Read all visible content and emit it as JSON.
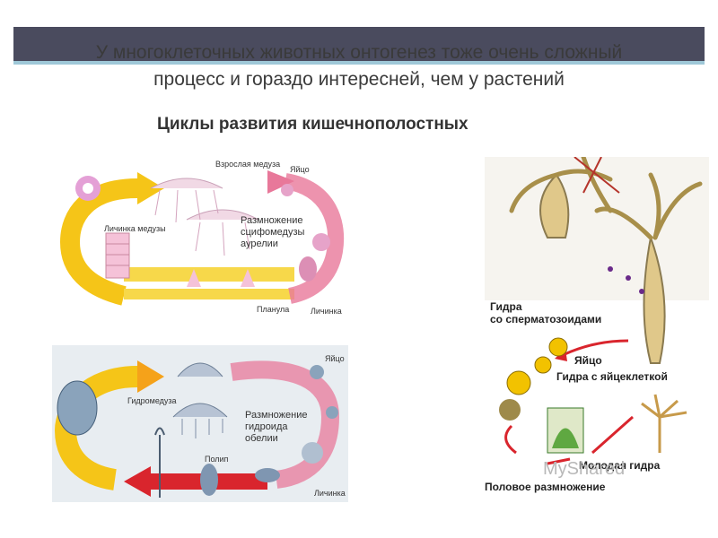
{
  "slide": {
    "title_line1": "У многоклеточных животных онтогенез тоже очень сложный",
    "title_line2": "процесс и гораздо интересней, чем у растений",
    "subtitle": "Циклы развития кишечнополостных"
  },
  "aurelia": {
    "adult_medusa": "Взрослая медуза",
    "egg": "Яйцо",
    "medusa_larva": "Личинка медузы",
    "center_line1": "Размножение",
    "center_line2": "сцифомедузы",
    "center_line3": "аурелии",
    "planula": "Планула",
    "larva": "Личинка"
  },
  "obelia": {
    "egg": "Яйцо",
    "hydromedusa": "Гидромедуза",
    "center_line1": "Размножение",
    "center_line2": "гидроида",
    "center_line3": "обелии",
    "polyp": "Полип",
    "larva": "Личинка"
  },
  "hydra": {
    "sperm_line1": "Гидра",
    "sperm_line2": "со сперматозоидами",
    "egg": "Яйцо",
    "hydra_egg": "Гидра с яйцеклеткой",
    "young": "Молодая гидра",
    "sexual": "Половое размножение"
  },
  "watermark": "MyShared",
  "colors": {
    "topbar": "#4a4b5e",
    "accent": "#9fc8d8",
    "yellow_arrow": "#f5c518",
    "pink_arrow": "#e8789a",
    "red_arrow": "#d9252d"
  }
}
